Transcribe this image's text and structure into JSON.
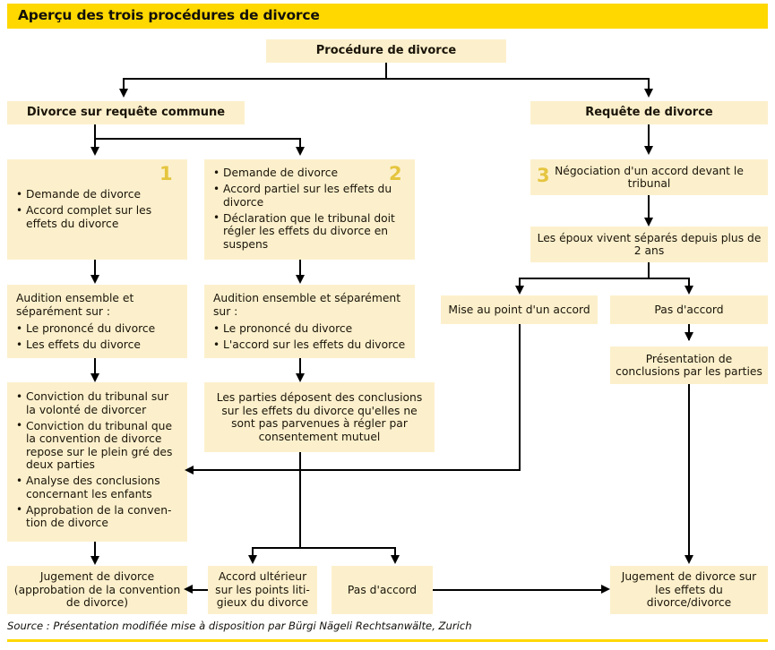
{
  "header": {
    "title": "Aperçu des trois procédures de divorce",
    "bar_color": "#FFD800"
  },
  "theme": {
    "box_fill": "#FCF0CC",
    "accent_number": "#E5C53F",
    "line": "#000000",
    "text": "#1A1409"
  },
  "nodes": {
    "root": "Procédure de divorce",
    "branch_left": "Divorce sur requête commune",
    "branch_right": "Requête de divorce",
    "col1": {
      "number": "1",
      "items": [
        "Demande de divorce",
        "Accord complet sur les effets du divorce"
      ],
      "hearing_lead": "Audition ensemble et séparément sur :",
      "hearing_items": [
        "Le prononcé du divorce",
        "Les effets du divorce"
      ],
      "conviction_items": [
        "Conviction du tribunal sur la volonté de divorcer",
        "Conviction du tribunal que la convention de divorce repose sur le plein gré des deux parties",
        "Analyse des conclusions concernant les enfants",
        "Approbation de la conven-tion de divorce"
      ],
      "judgment": "Jugement de divorce (approbation de la convention de divorce)"
    },
    "col2": {
      "number": "2",
      "items": [
        "Demande de divorce",
        "Accord partiel sur les effets du divorce",
        "Déclaration que le tribunal doit régler les effets du divorce en suspens"
      ],
      "hearing_lead": "Audition ensemble et séparément sur :",
      "hearing_items": [
        "Le prononcé du divorce",
        "L'accord sur les effets du divorce"
      ],
      "conclusions": "Les parties déposent des conclusions sur les effets du divorce qu'elles ne sont pas parvenues à régler par consentement mutuel",
      "later_agreement": "Accord ultérieur sur les points liti-gieux du divorce",
      "no_agreement": "Pas d'accord"
    },
    "col3": {
      "number": "3",
      "negotiation": "Négociation d'un accord devant le tribunal",
      "separated": "Les épouх vivent séparés depuis plus de 2 ans",
      "agreement": "Mise au point d'un accord",
      "no_agreement": "Pas d'accord",
      "conclusions": "Présentation de conclusions par les parties",
      "judgment": "Jugement de divorce sur les effets du divorce/divorce"
    }
  },
  "source": "Source : Présentation modifiée mise à disposition par Bürgi Nägeli Rechtsanwälte, Zurich"
}
